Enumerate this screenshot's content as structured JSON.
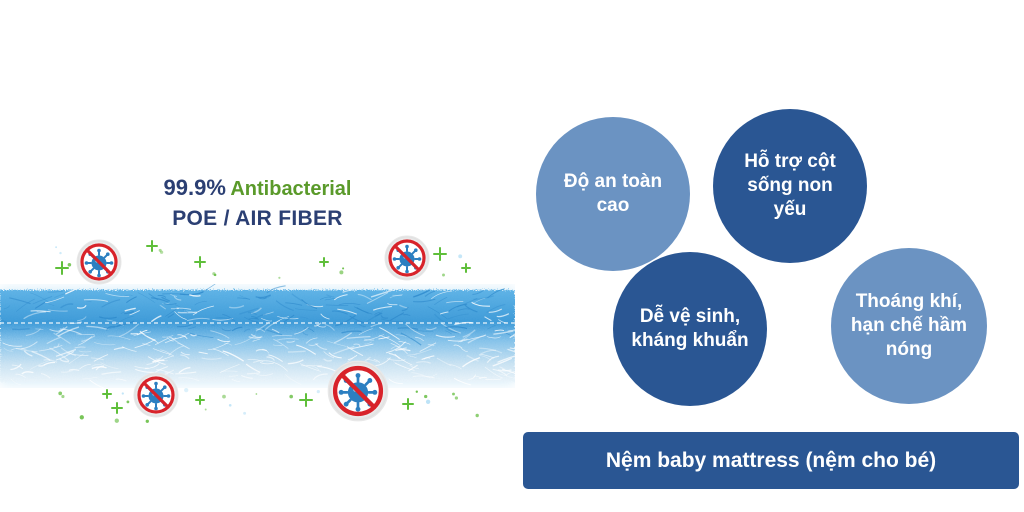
{
  "headline": {
    "percent": "99.9%",
    "antibacterial": "Antibacterial",
    "material": "POE / AIR FIBER"
  },
  "colors": {
    "headline_blue": "#2b3f73",
    "headline_green": "#5a9a2a",
    "fiber_blue": "#4a9fd8",
    "circle_light": "#6b93c2",
    "circle_dark": "#2a5693",
    "banner_bg": "#2a5693",
    "sparkle_green": "#5fbf3a",
    "virus_icon_blue": "#2c7fc1",
    "prohibit_red": "#d8232a"
  },
  "icons": {
    "virus_badge": "no-virus-icon",
    "sparkle": "plus-sparkle-icon"
  },
  "features": [
    {
      "lines": [
        "Độ an toàn",
        "cao"
      ]
    },
    {
      "lines": [
        "Hỗ trợ cột",
        "sống non",
        "yếu"
      ]
    },
    {
      "lines": [
        "Dễ vệ sinh,",
        "kháng khuẩn"
      ]
    },
    {
      "lines": [
        "Thoáng khí,",
        "hạn chế hầm",
        "nóng"
      ]
    }
  ],
  "banner": {
    "text": "Nệm baby mattress (nệm cho bé)"
  }
}
